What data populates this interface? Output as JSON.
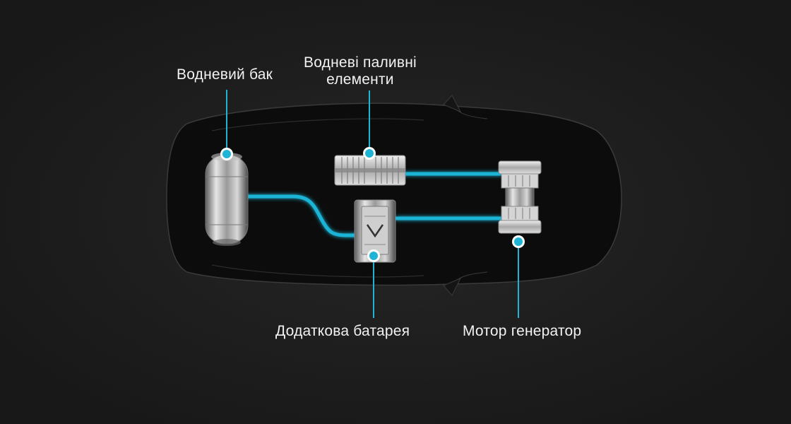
{
  "labels": {
    "hydrogen_tank": "Водневий бак",
    "fuel_cells_line1": "Водневі паливні",
    "fuel_cells_line2": "елементи",
    "battery": "Додаткова батарея",
    "motor": "Мотор генератор"
  },
  "colors": {
    "background": "#1b1b1b",
    "accent": "#1fb4d6",
    "car_body": "#0c0c0c",
    "label_text": "#f2f2f2"
  },
  "icons": {
    "tank": "hydrogen-tank-illustration",
    "fuel_cell": "fuel-cell-stack-illustration",
    "battery": "battery-pack-illustration",
    "motor": "motor-generator-illustration"
  }
}
